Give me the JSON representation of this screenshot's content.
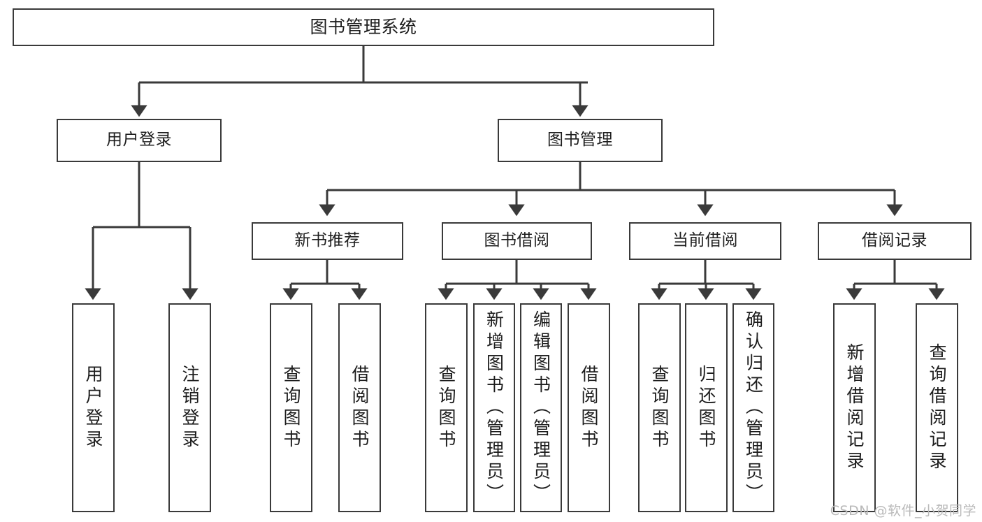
{
  "diagram": {
    "type": "tree-hierarchy",
    "title": "图书管理系统",
    "watermark": "CSDN @软件_小贺同学",
    "colors": {
      "box_border": "#3a3a3a",
      "box_fill": "#ffffff",
      "connector": "#3a3a3a",
      "text": "#1d1d1d",
      "watermark": "#b9b9b9",
      "background": "#ffffff"
    },
    "root": {
      "label": "图书管理系统"
    },
    "level2": [
      {
        "label": "用户登录"
      },
      {
        "label": "图书管理"
      }
    ],
    "level3": [
      {
        "label": "新书推荐"
      },
      {
        "label": "图书借阅"
      },
      {
        "label": "当前借阅"
      },
      {
        "label": "借阅记录"
      }
    ],
    "leaves": {
      "user_login": [
        {
          "label": "用户登录"
        },
        {
          "label": "注销登录"
        }
      ],
      "new_book_recommend": [
        {
          "label": "查询图书"
        },
        {
          "label": "借阅图书"
        }
      ],
      "book_borrow": [
        {
          "label": "查询图书"
        },
        {
          "label": "新增图书（管理员）"
        },
        {
          "label": "编辑图书（管理员）"
        },
        {
          "label": "借阅图书"
        }
      ],
      "current_borrow": [
        {
          "label": "查询图书"
        },
        {
          "label": "归还图书"
        },
        {
          "label": "确认归还（管理员）"
        }
      ],
      "borrow_record": [
        {
          "label": "新增借阅记录"
        },
        {
          "label": "查询借阅记录"
        }
      ]
    }
  }
}
